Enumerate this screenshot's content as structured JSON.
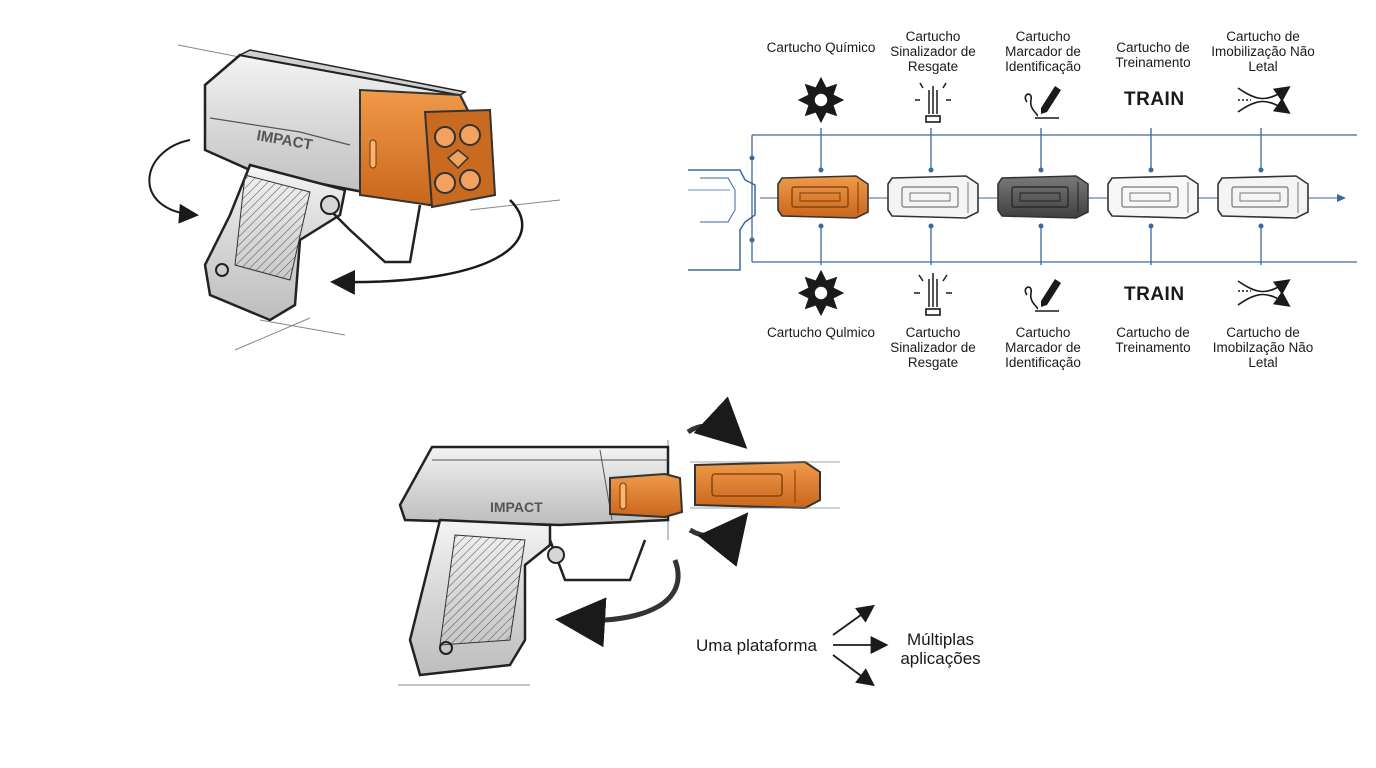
{
  "colors": {
    "accent": "#e07a25",
    "accent_dark": "#b85a12",
    "line_blue": "#3a6a9a",
    "ink": "#1a1a1a",
    "dark_cartridge": "#5a5a5a"
  },
  "brand_mark": "IMPACT",
  "top_labels": [
    "Cartucho Químico",
    "Cartucho Sinalizador de Resgate",
    "Cartucho Marcador de Identificação",
    "Cartucho de Treinamento",
    "Cartucho de Imobilização Não Letal"
  ],
  "bottom_labels": [
    "Cartucho Qulmico",
    "Cartucho Sinalizador de Resgate",
    "Cartucho Marcador de Identificação",
    "Cartucho de Treinamento",
    "Cartucho de Imobilzação Não Letal"
  ],
  "train_top": "TRAIN",
  "train_bottom": "TRAIN",
  "icons": [
    "chemical-burst-icon",
    "rescue-beacon-icon",
    "marker-pen-icon",
    "train-text-icon",
    "immobilization-arrows-icon"
  ],
  "caption": {
    "left": "Uma plataforma",
    "right": "Múltiplas aplicações"
  }
}
